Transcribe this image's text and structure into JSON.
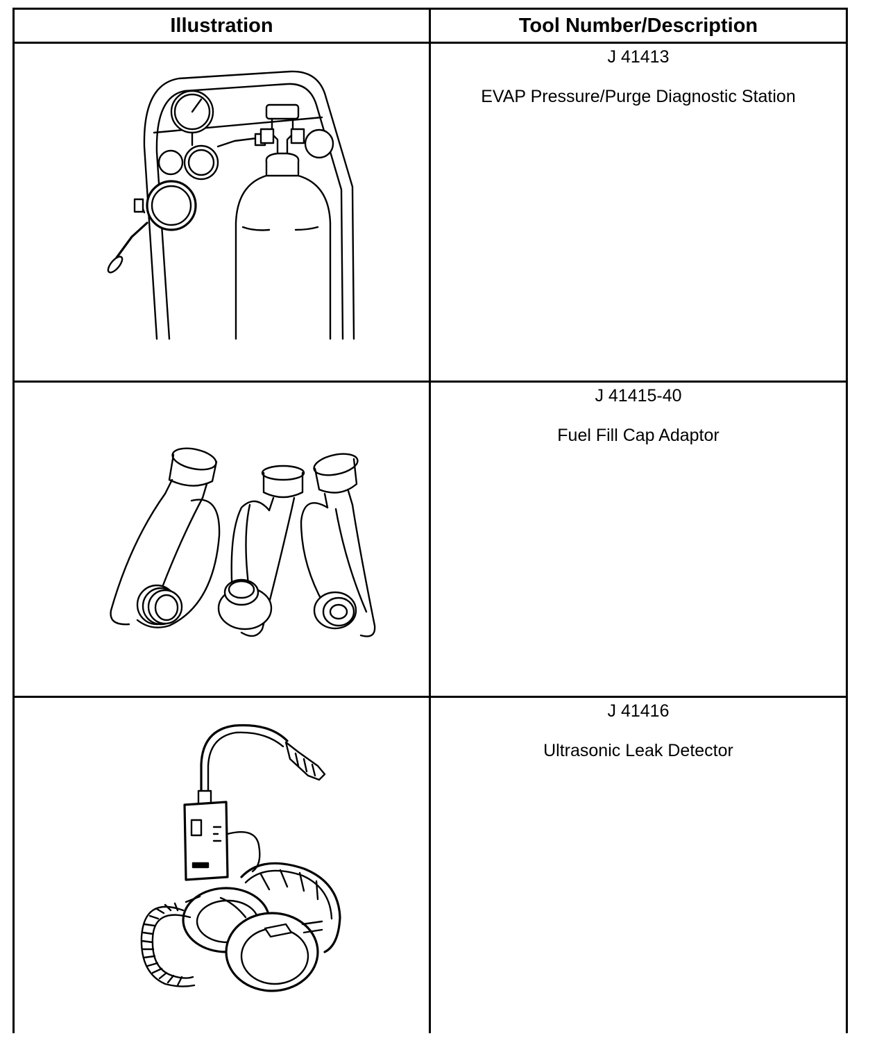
{
  "table": {
    "headers": {
      "illustration": "Illustration",
      "tool": "Tool Number/Description"
    },
    "rows": [
      {
        "number": "J 41413",
        "description": "EVAP Pressure/Purge Diagnostic Station",
        "icon": "evap-diagnostic-station-illustration"
      },
      {
        "number": "J 41415-40",
        "description": "Fuel Fill Cap Adaptor",
        "icon": "fuel-fill-cap-adaptor-illustration"
      },
      {
        "number": "J 41416",
        "description": "Ultrasonic Leak Detector",
        "icon": "ultrasonic-leak-detector-illustration"
      }
    ]
  }
}
